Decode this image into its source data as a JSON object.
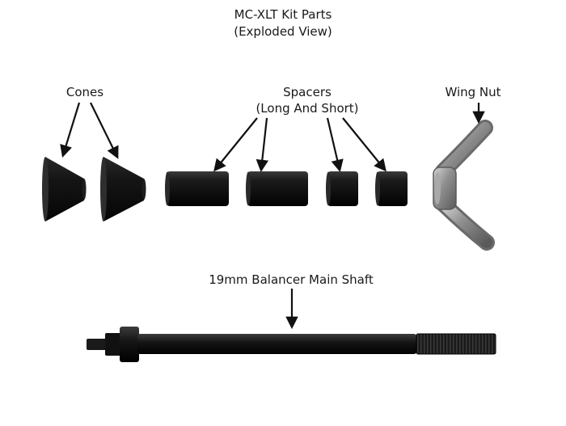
{
  "title": {
    "line1": "MC-XLT Kit Parts",
    "line2": "(Exploded View)"
  },
  "labels": {
    "cones": "Cones",
    "spacers_line1": "Spacers",
    "spacers_line2": "(Long And Short)",
    "wing_nut": "Wing Nut",
    "shaft": "19mm Balancer Main Shaft"
  },
  "colors": {
    "part_dark": "#111111",
    "part_highlight": "#4a4a4a",
    "wing_nut_metal": "#8e8e8e",
    "arrow": "#111111"
  }
}
